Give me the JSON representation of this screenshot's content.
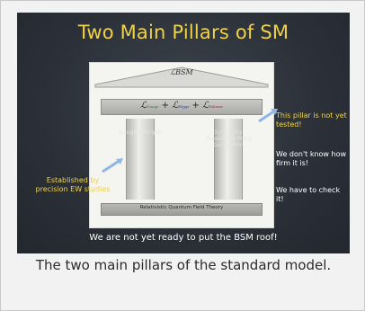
{
  "slide": {
    "title": "Two Main Pillars of SM",
    "roof_label": "ℒBSM",
    "lagrangian": {
      "l1": "ℒ",
      "l1_sub": "Gauge",
      "plus1": " + ",
      "l2": "ℒ",
      "l2_sub": "Higgs",
      "plus2": " + ",
      "l3": "ℒ",
      "l3_sub": "Yukawa"
    },
    "left_column_text": "Gauge Principle",
    "right_column_text": "Symmetry Breaking & Mass Generation",
    "base_text": "Relativistic Quantum Field Theory",
    "left_note": "Established by precision EW studies",
    "right_note_yellow": "This pillar is not yet tested!",
    "right_note_white_1": "We don't know how firm it is!",
    "right_note_white_2": "We have to check it!",
    "footer": "We are not yet ready to put the BSM roof!"
  },
  "caption": "The two main pillars of the standard model."
}
